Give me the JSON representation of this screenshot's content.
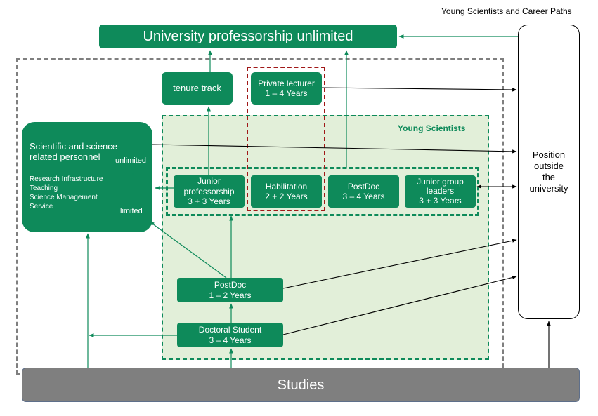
{
  "header": {
    "title": "Young Scientists and Career Paths"
  },
  "top": {
    "label": "University professorship unlimited"
  },
  "tenure": {
    "label": "tenure track"
  },
  "private_lecturer": {
    "line1": "Private lecturer",
    "line2": "1 – 4 Years"
  },
  "young_scientists": {
    "label": "Young Scientists"
  },
  "personnel": {
    "title_line1": "Scientific and science-",
    "title_line2": "related personnel",
    "items": [
      "Research Infrastructure",
      "Teaching",
      "Science Management",
      "Service"
    ],
    "unlimited": "unlimited",
    "limited": "limited"
  },
  "junior_prof": {
    "line1": "Junior",
    "line2": "professorship",
    "line3": "3 + 3 Years"
  },
  "habilitation": {
    "line1": "Habilitation",
    "line2": "2 + 2 Years"
  },
  "postdoc_upper": {
    "line1": "PostDoc",
    "line2": "3 – 4 Years"
  },
  "junior_group": {
    "line1": "Junior group",
    "line2": "leaders",
    "line3": "3 + 3 Years"
  },
  "postdoc_lower": {
    "line1": "PostDoc",
    "line2": "1 – 2 Years"
  },
  "doctoral": {
    "line1": "Doctoral Student",
    "line2": "3 – 4 Years"
  },
  "outside": {
    "line1": "Position",
    "line2": "outside",
    "line3": "the",
    "line4": "university"
  },
  "studies": {
    "label": "Studies"
  },
  "colors": {
    "green": "#0e8a5a",
    "light_green": "#e2efd9",
    "dark_red": "#a01818",
    "gray": "#7f7f7f",
    "arrow_green": "#0e8a5a",
    "arrow_black": "#000000"
  }
}
